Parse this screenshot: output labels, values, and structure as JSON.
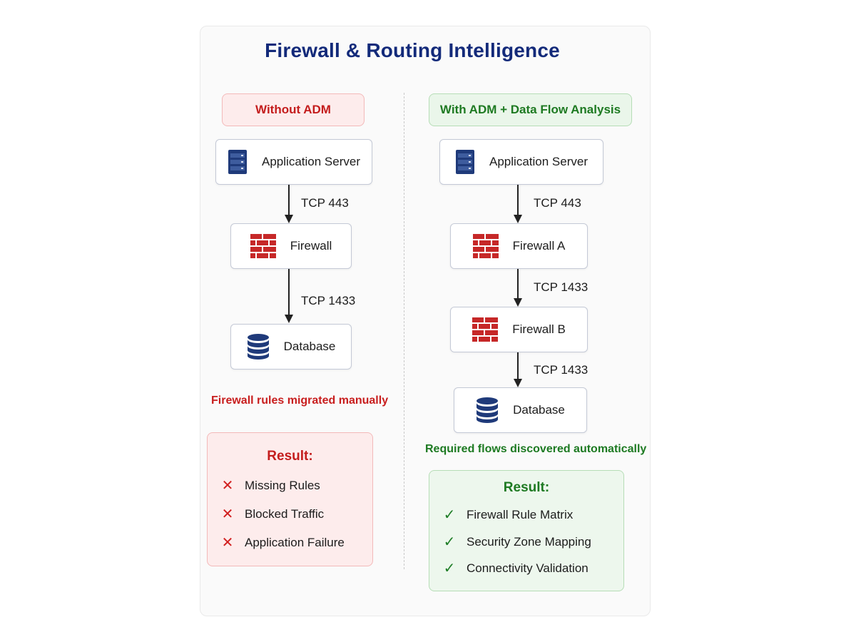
{
  "title": "Firewall & Routing Intelligence",
  "left": {
    "header": "Without ADM",
    "nodes": {
      "app": "Application Server",
      "firewall": "Firewall",
      "database": "Database"
    },
    "ports": [
      "TCP 443",
      "TCP 1433"
    ],
    "note": "Firewall rules migrated manually",
    "result": {
      "title": "Result:",
      "items": [
        "Missing Rules",
        "Blocked Traffic",
        "Application Failure"
      ],
      "mark": "✕"
    }
  },
  "right": {
    "header": "With ADM + Data Flow Analysis",
    "nodes": {
      "app": "Application Server",
      "firewall_a": "Firewall A",
      "firewall_b": "Firewall B",
      "database": "Database"
    },
    "ports": [
      "TCP 443",
      "TCP 1433",
      "TCP 1433"
    ],
    "note": "Required flows discovered automatically",
    "result": {
      "title": "Result:",
      "items": [
        "Firewall Rule Matrix",
        "Security Zone Mapping",
        "Connectivity Validation"
      ],
      "mark": "✓"
    }
  },
  "colors": {
    "title": "#132a7a",
    "negative": "#c41d1d",
    "positive": "#1e7a22",
    "server_icon": "#1f3a7a",
    "firewall_icon": "#c62828",
    "database_icon": "#1f3a7a"
  }
}
